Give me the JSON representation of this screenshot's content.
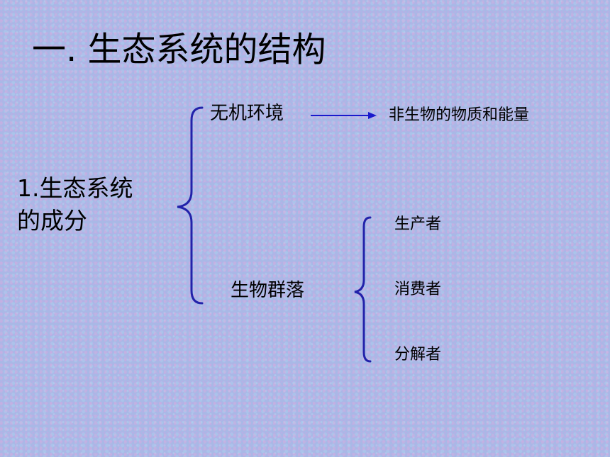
{
  "title": "一. 生态系统的结构",
  "main_label": {
    "line1": "1.生态系统",
    "line2": "的成分"
  },
  "abiotic": {
    "label": "无机环境",
    "description": "非生物的物质和能量"
  },
  "biotic": {
    "label": "生物群落",
    "members": [
      "生产者",
      "消费者",
      "分解者"
    ]
  },
  "colors": {
    "bracket": "#2222aa",
    "arrow": "#1a1acc",
    "text": "#000000"
  }
}
